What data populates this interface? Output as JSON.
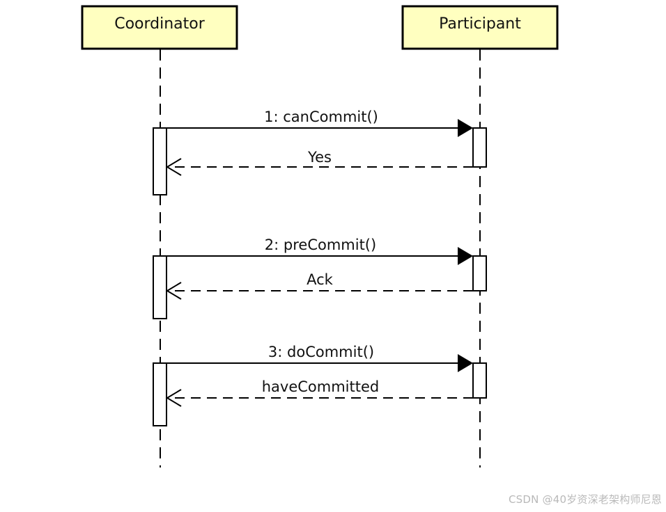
{
  "colors": {
    "lifeline_box_fill": "#ffffc0",
    "stroke": "#000000"
  },
  "lifelines": [
    {
      "name": "Coordinator"
    },
    {
      "name": "Participant"
    }
  ],
  "messages": [
    {
      "label": "1: canCommit()",
      "kind": "sync-call"
    },
    {
      "label": "Yes",
      "kind": "reply"
    },
    {
      "label": "2: preCommit()",
      "kind": "sync-call"
    },
    {
      "label": "Ack",
      "kind": "reply"
    },
    {
      "label": "3: doCommit()",
      "kind": "sync-call"
    },
    {
      "label": "haveCommitted",
      "kind": "reply"
    }
  ],
  "watermark": "CSDN @40岁资深老架构师尼恩"
}
